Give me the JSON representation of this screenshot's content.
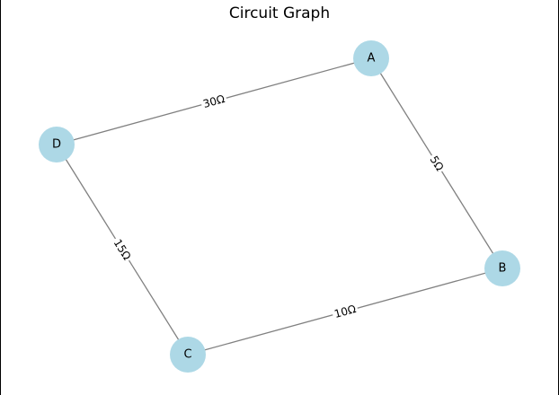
{
  "title": "Circuit Graph",
  "colors": {
    "node_fill": "#add8e6",
    "edge_stroke": "#808080",
    "label_bg": "#ffffff"
  },
  "nodes": [
    {
      "id": "A",
      "label": "A"
    },
    {
      "id": "B",
      "label": "B"
    },
    {
      "id": "C",
      "label": "C"
    },
    {
      "id": "D",
      "label": "D"
    }
  ],
  "edges": [
    {
      "id": "AB",
      "from": "A",
      "to": "B",
      "label": "5Ω"
    },
    {
      "id": "BC",
      "from": "B",
      "to": "C",
      "label": "10Ω"
    },
    {
      "id": "CD",
      "from": "C",
      "to": "D",
      "label": "15Ω"
    },
    {
      "id": "DA",
      "from": "D",
      "to": "A",
      "label": "30Ω"
    }
  ]
}
